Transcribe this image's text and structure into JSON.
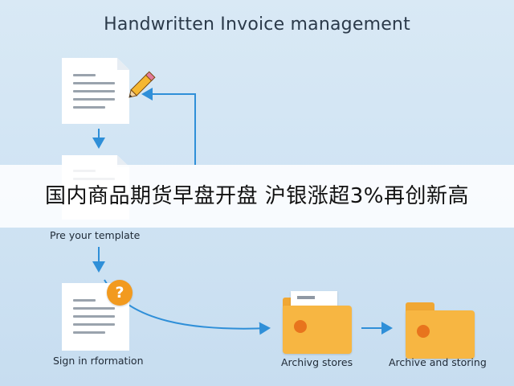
{
  "title": "Handwritten Invoice management",
  "banner": "国内商品期货早盘开盘 沪银涨超3%再创新高",
  "steps": {
    "template_label": "Pre your template",
    "sign_label": "Sign in rformation",
    "archive_stores_label": "Archivg stores",
    "archive_storing_label": "Archive and storing"
  },
  "badge": "?",
  "icons": [
    "document-icon",
    "pencil-icon",
    "question-icon",
    "folder-icon"
  ],
  "colors": {
    "arrow": "#2f8fd8",
    "folder": "#f7b642",
    "badge": "#f29a1f",
    "pencil": "#f5b731"
  }
}
